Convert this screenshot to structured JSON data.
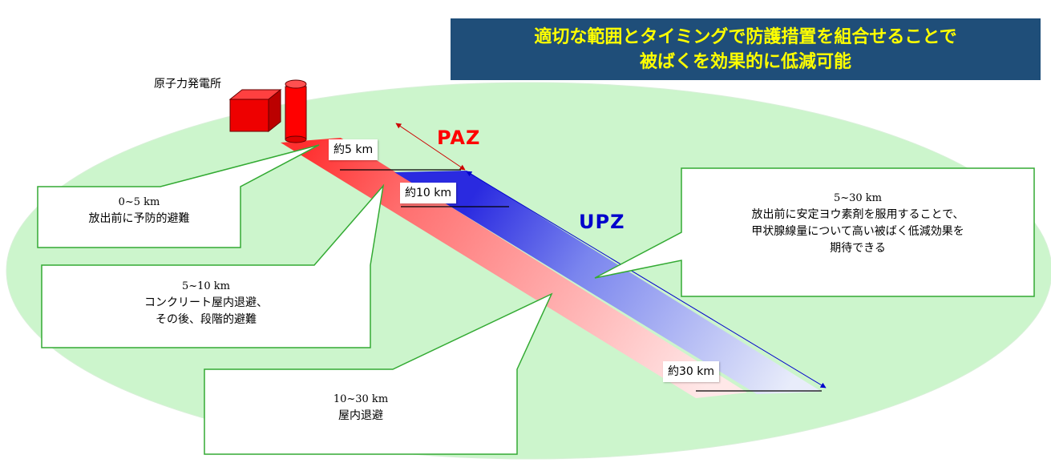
{
  "title": {
    "line1": "適切な範囲とタイミングで防護措置を組合せることで",
    "line2": "被ばくを効果的に低減可能"
  },
  "plant": {
    "label": "原子力発電所",
    "icon": "nuclear-plant-icon"
  },
  "distance_labels": {
    "d5": "約5 km",
    "d10": "約10 km",
    "d30": "約30 km"
  },
  "zones": {
    "paz": "PAZ",
    "upz": "UPZ"
  },
  "callouts": {
    "c0_5": {
      "range": "0~5 km",
      "text": "放出前に予防的避難"
    },
    "c5_10": {
      "range": "5~10 km",
      "line1": "コンクリート屋内退避、",
      "line2": "その後、段階的避難"
    },
    "c10_30": {
      "range": "10~30 km",
      "text": "屋内退避"
    },
    "c5_30": {
      "range": "5~30 km",
      "line1": "放出前に安定ヨウ素剤を服用することで、",
      "line2": "甲状腺線量について高い被ばく低減効果を",
      "line3": "期待できる"
    }
  },
  "colors": {
    "title_bg": "#1f4e79",
    "title_text": "#ffff00",
    "ground": "#ccf5cc",
    "plant": "#ff0000",
    "paz": "#ff0000",
    "upz": "#0000cc",
    "callout_border": "#33aa33"
  }
}
